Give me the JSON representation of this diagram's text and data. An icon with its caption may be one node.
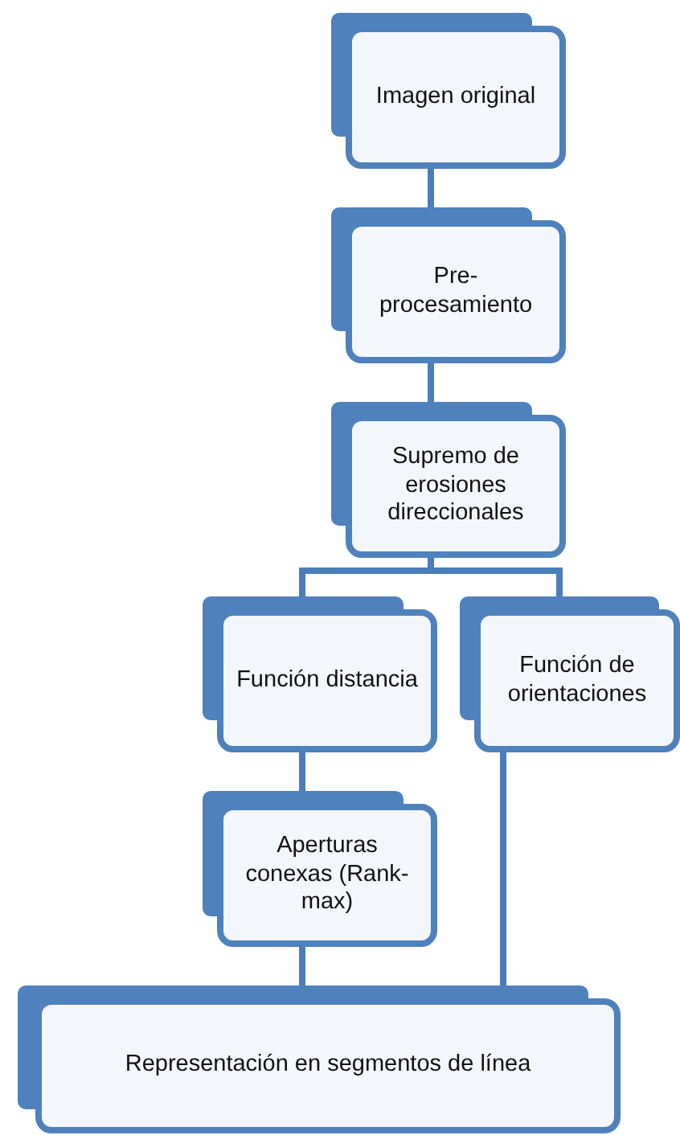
{
  "diagram": {
    "nodes": [
      {
        "text": [
          "Imagen original"
        ]
      },
      {
        "text": [
          "Pre-procesamiento"
        ]
      },
      {
        "text": [
          "Supremo de erosiones direccionales"
        ]
      },
      {
        "text": [
          "Función distancia"
        ]
      },
      {
        "text": [
          "Función de orientaciones"
        ]
      },
      {
        "text": [
          "Aperturas conexas (Rank-max)"
        ]
      },
      {
        "text": [
          "Representación en segmentos de línea"
        ]
      }
    ],
    "edges": [
      {
        "from": 0,
        "to": 1,
        "arrow": "none"
      },
      {
        "from": 1,
        "to": 2,
        "arrow": "none"
      },
      {
        "from": 2,
        "to": 3,
        "arrow": "none"
      },
      {
        "from": 2,
        "to": 4,
        "arrow": "none"
      },
      {
        "from": 3,
        "to": 5,
        "arrow": "none"
      },
      {
        "from": 5,
        "to": 6,
        "arrow": "none"
      },
      {
        "from": 4,
        "to": 6,
        "arrow": "none"
      }
    ]
  }
}
